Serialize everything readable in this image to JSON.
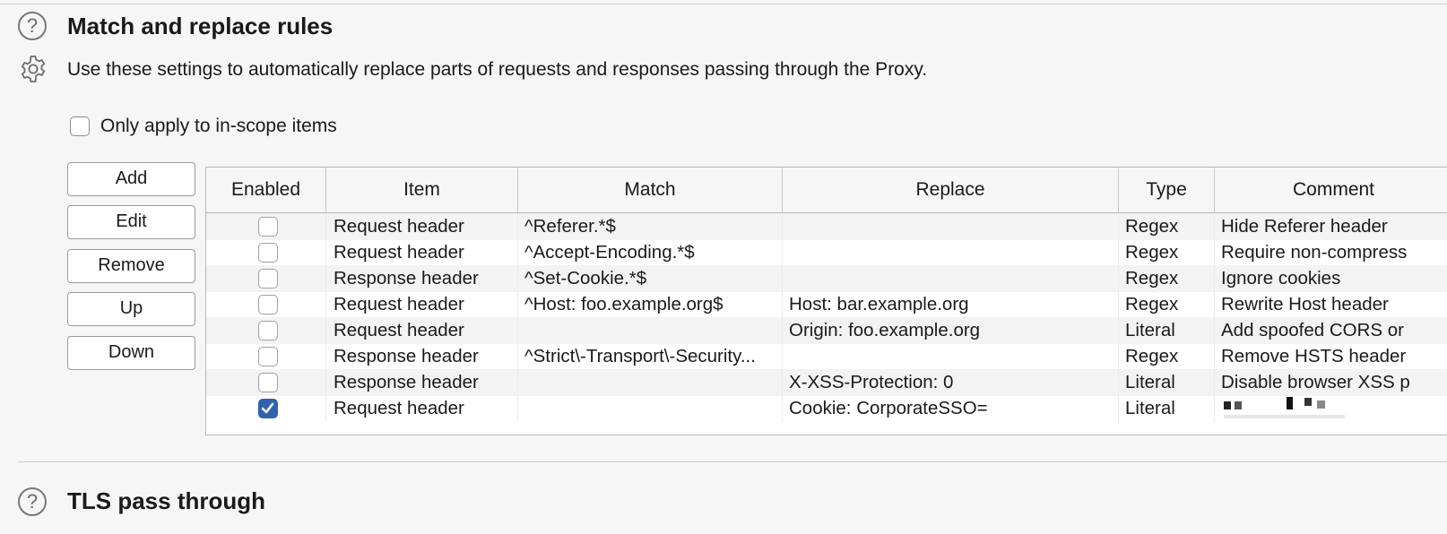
{
  "section1": {
    "title": "Match and replace rules",
    "description": "Use these settings to automatically replace parts of requests and responses passing through the Proxy.",
    "scope_label": "Only apply to in-scope items"
  },
  "buttons": {
    "add": "Add",
    "edit": "Edit",
    "remove": "Remove",
    "up": "Up",
    "down": "Down"
  },
  "table": {
    "headers": [
      "Enabled",
      "Item",
      "Match",
      "Replace",
      "Type",
      "Comment"
    ],
    "rows": [
      {
        "enabled": false,
        "item": "Request header",
        "match": "^Referer.*$",
        "replace": "",
        "type": "Regex",
        "comment": "Hide Referer header"
      },
      {
        "enabled": false,
        "item": "Request header",
        "match": "^Accept-Encoding.*$",
        "replace": "",
        "type": "Regex",
        "comment": "Require non-compress"
      },
      {
        "enabled": false,
        "item": "Response header",
        "match": "^Set-Cookie.*$",
        "replace": "",
        "type": "Regex",
        "comment": "Ignore cookies"
      },
      {
        "enabled": false,
        "item": "Request header",
        "match": "^Host: foo.example.org$",
        "replace": "Host: bar.example.org",
        "type": "Regex",
        "comment": "Rewrite Host header"
      },
      {
        "enabled": false,
        "item": "Request header",
        "match": "",
        "replace": "Origin: foo.example.org",
        "type": "Literal",
        "comment": "Add spoofed CORS or"
      },
      {
        "enabled": false,
        "item": "Response header",
        "match": "^Strict\\-Transport\\-Security...",
        "replace": "",
        "type": "Regex",
        "comment": "Remove HSTS header"
      },
      {
        "enabled": false,
        "item": "Response header",
        "match": "",
        "replace": "X-XSS-Protection: 0",
        "type": "Literal",
        "comment": "Disable browser XSS p"
      },
      {
        "enabled": true,
        "item": "Request header",
        "match": "",
        "replace": "Cookie: CorporateSSO=",
        "type": "Literal",
        "comment": ""
      }
    ]
  },
  "section2": {
    "title": "TLS pass through"
  },
  "colors": {
    "accent": "#2f63ad",
    "background": "#f6f6f6"
  },
  "icons": {
    "help": "help-circle-icon",
    "settings": "gear-icon",
    "check": "checkmark-icon"
  }
}
